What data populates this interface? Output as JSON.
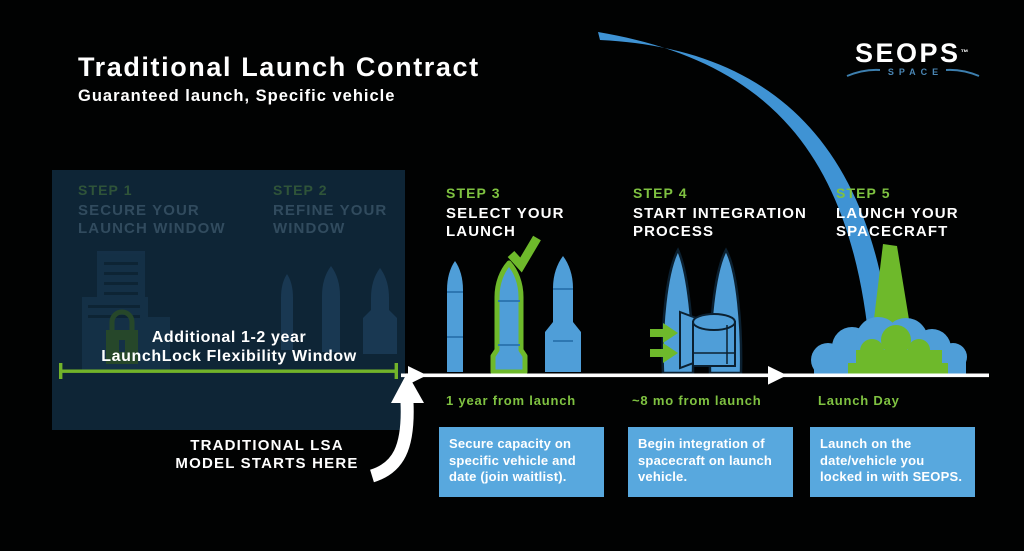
{
  "page": {
    "title": "Traditional Launch Contract",
    "subtitle": "Guaranteed launch, Specific vehicle"
  },
  "logo": {
    "brand": "SEOPS",
    "tm": "™",
    "sub": "SPACE"
  },
  "flex_window": {
    "line1": "Additional 1-2 year",
    "line2": "LaunchLock Flexibility Window"
  },
  "annotation": {
    "line1": "TRADITIONAL LSA",
    "line2": "MODEL STARTS HERE"
  },
  "steps": [
    {
      "label": "STEP 1",
      "title1": "SECURE YOUR",
      "title2": "LAUNCH WINDOW",
      "dimmed": true
    },
    {
      "label": "STEP 2",
      "title1": "REFINE YOUR",
      "title2": "WINDOW",
      "dimmed": true
    },
    {
      "label": "STEP 3",
      "title1": "SELECT YOUR",
      "title2": "LAUNCH",
      "time": "1 year from launch",
      "note": "Secure capacity on specific vehicle and date (join waitlist)."
    },
    {
      "label": "STEP 4",
      "title1": "START INTEGRATION",
      "title2": "PROCESS",
      "time": "~8 mo from launch",
      "note": "Begin integration of spacecraft on launch vehicle."
    },
    {
      "label": "STEP 5",
      "title1": "LAUNCH YOUR",
      "title2": "SPACECRAFT",
      "time": "Launch Day",
      "note": "Launch on the date/vehicle you locked in with SEOPS."
    }
  ],
  "icons": [
    "checkmark-icon",
    "rocket-icon",
    "selected-rocket-icon",
    "heavy-rocket-icon",
    "fairing-integration-icon",
    "payload-icon",
    "integration-arrows-icon",
    "launch-plume-icon",
    "trajectory-arc-icon",
    "contract-lock-icon",
    "dimmed-rockets-icon",
    "timeline-arrow-icon",
    "starts-here-arrow-icon",
    "logo-swoosh-icon"
  ],
  "colors": {
    "background": "#010202",
    "panel_navy": "#0e2536",
    "green": "#6eb92b",
    "text_green": "#7fc241",
    "rocket_blue": "#4f9ed8",
    "box_blue": "#58a8de",
    "arc_blue": "#3f93d4",
    "logo_space_blue": "#4a86b4",
    "white": "#ffffff"
  }
}
